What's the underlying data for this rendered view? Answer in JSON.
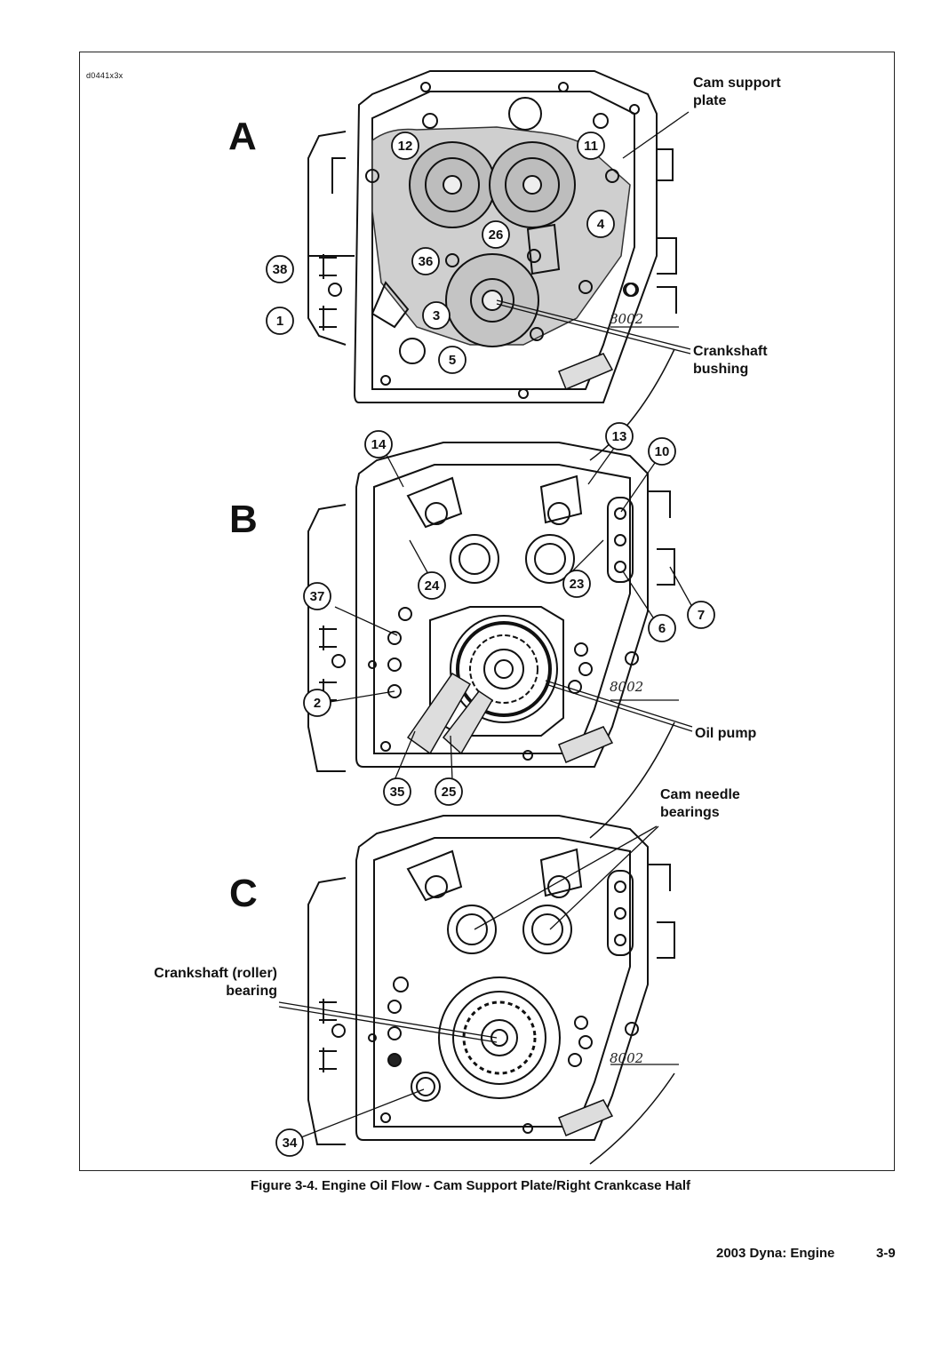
{
  "figure": {
    "code": "d0441x3x",
    "caption": "Figure 3-4. Engine Oil Flow - Cam Support Plate/Right Crankcase Half",
    "panels": [
      {
        "letter": "A",
        "callouts": [
          "Cam support\nplate",
          "Crankshaft\nbushing"
        ],
        "stamp": "8002",
        "numbers": [
          "12",
          "11",
          "26",
          "4",
          "36",
          "38",
          "1",
          "3",
          "5"
        ]
      },
      {
        "letter": "B",
        "callouts": [
          "Oil pump"
        ],
        "stamp": "8002",
        "numbers": [
          "14",
          "13",
          "10",
          "24",
          "23",
          "37",
          "7",
          "6",
          "2",
          "35",
          "25"
        ]
      },
      {
        "letter": "C",
        "callouts": [
          "Cam needle\nbearings",
          "Crankshaft (roller)\nbearing"
        ],
        "stamp": "8002",
        "numbers": [
          "34"
        ]
      }
    ]
  },
  "footer": {
    "title": "2003 Dyna: Engine",
    "page": "3-9"
  }
}
